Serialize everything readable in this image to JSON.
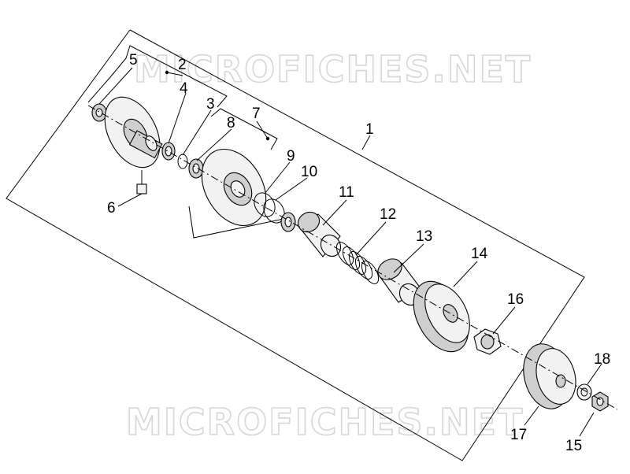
{
  "watermark": "MICROFICHES.NET",
  "callouts": [
    {
      "id": "1",
      "label": "1"
    },
    {
      "id": "2",
      "label": "2"
    },
    {
      "id": "3",
      "label": "3"
    },
    {
      "id": "4",
      "label": "4"
    },
    {
      "id": "5",
      "label": "5"
    },
    {
      "id": "6",
      "label": "6"
    },
    {
      "id": "7",
      "label": "7"
    },
    {
      "id": "8",
      "label": "8"
    },
    {
      "id": "9",
      "label": "9"
    },
    {
      "id": "10",
      "label": "10"
    },
    {
      "id": "11",
      "label": "11"
    },
    {
      "id": "12",
      "label": "12"
    },
    {
      "id": "13",
      "label": "13"
    },
    {
      "id": "14",
      "label": "14"
    },
    {
      "id": "15",
      "label": "15"
    },
    {
      "id": "16",
      "label": "16"
    },
    {
      "id": "17",
      "label": "17"
    },
    {
      "id": "18",
      "label": "18"
    }
  ]
}
